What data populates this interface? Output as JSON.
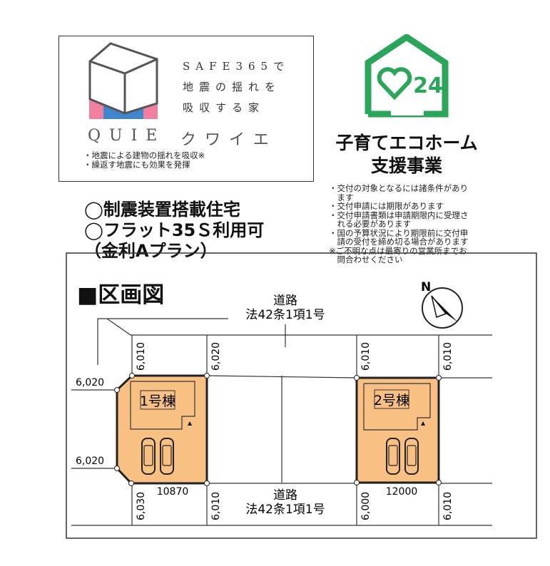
{
  "quie": {
    "tagline_lines": [
      "SAFE365で",
      "地震の揺れを",
      "吸収する家"
    ],
    "brand": "QUIE",
    "brand_kana": "クワイエ",
    "bullets": [
      "・地震による建物の揺れを吸収※",
      "・繰返す地震にも効果を発揮"
    ]
  },
  "features": [
    "◯制震装置搭載住宅",
    "◯フラット35Ｓ利用可",
    "（金利Aプラン）"
  ],
  "eco": {
    "logo_year": "'24",
    "title_lines": [
      "子育てエコホーム",
      "支援事業"
    ],
    "notes": [
      "・交付の対象となるには諸条件があり",
      "　ます",
      "・交付申請には期限があります",
      "・交付申請書類は申請期限内に受理さ",
      "　れる必要があります",
      "・国の予算状況により期限前に交付申",
      "　請の受付を締め切る場合があります",
      "※ご不明な点は最寄りの営業所までお",
      "　問合わせください"
    ],
    "color": "#2aa55a"
  },
  "plan": {
    "title": "■区画図",
    "north": "N",
    "road_top": {
      "name": "道路",
      "law": "法42条1項1号"
    },
    "road_bottom": {
      "name": "道路",
      "law": "法42条1項1号"
    },
    "lots": [
      {
        "label": "1号棟",
        "area": "10870"
      },
      {
        "label": "2号棟",
        "area": "12000"
      }
    ],
    "dims": {
      "left_top": "6,020",
      "left_bottom": "6,020",
      "t1": "6,010",
      "t2": "6,020",
      "t3": "6,010",
      "t4": "6,010",
      "b1": "6,030",
      "b2": "6,010",
      "b3": "6,000",
      "b4": "6,010"
    },
    "lot_color": "#f9c083"
  }
}
